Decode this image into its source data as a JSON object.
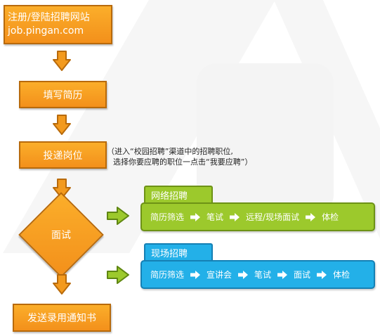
{
  "steps": {
    "register_line1": "注册/登陆招聘网站",
    "register_line2": "job.pingan.com",
    "resume": "填写简历",
    "deliver": "投递岗位",
    "interview": "面试",
    "offer": "发送录用通知书"
  },
  "note": {
    "line1": "（进入“校园招聘”渠道中的招聘职位,",
    "line2": "选择你要应聘的职位一点击“我要应聘”）"
  },
  "network": {
    "title": "网络招聘",
    "flow": [
      "简历筛选",
      "笔试",
      "远程/现场面试",
      "体检"
    ]
  },
  "onsite": {
    "title": "现场招聘",
    "flow": [
      "简历筛选",
      "宣讲会",
      "笔试",
      "面试",
      "体检"
    ]
  },
  "colors": {
    "step_fill": "#f7a021",
    "step_border": "#b86a0b",
    "network_green": "#9cc92c",
    "onsite_blue": "#23b0e8"
  }
}
